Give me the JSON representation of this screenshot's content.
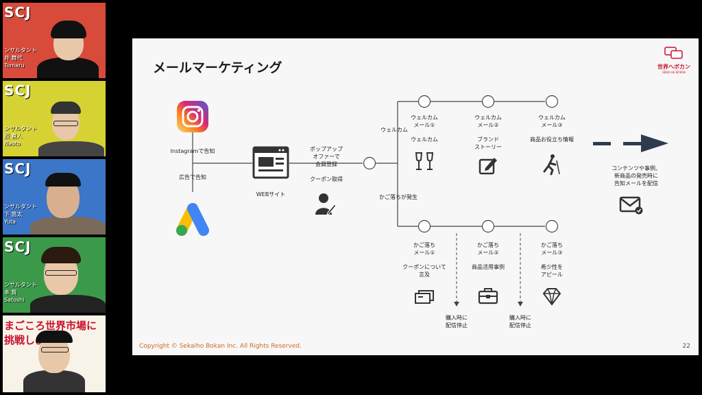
{
  "participants": [
    {
      "logo": "SCJ",
      "caption_line1": "ンサルタント",
      "caption_line2": "井 舞代",
      "caption_line3": "Tomaru",
      "bg": "#d84a3a"
    },
    {
      "logo": "SCJ",
      "caption_line1": "ンサルタント",
      "caption_line2": "辰 直人",
      "caption_line3": "Naoto",
      "bg": "#d6d234"
    },
    {
      "logo": "SCJ",
      "caption_line1": "ンサルタント",
      "caption_line2": "下 悠太",
      "caption_line3": "Yuta",
      "bg": "#3c76c8"
    },
    {
      "logo": "SCJ",
      "caption_line1": "ンサルタント",
      "caption_line2": "本 賢",
      "caption_line3": "Satoshi",
      "bg": "#3b9a4a"
    },
    {
      "logo": "まごころ世界市場に",
      "caption_line1": "挑戦しよう!",
      "caption_line2": "",
      "caption_line3": "",
      "bg": "#f7f3e8"
    }
  ],
  "slide": {
    "title": "メールマーケティング",
    "brand": "世界へボカン",
    "brand_sub": "SEKAI HE BOKAN",
    "footer": "Copyright © Sekaiho Bokan Inc. All Rights Reserved.",
    "page_number": "22",
    "instagram_label": "Instagramで告知",
    "ads_label": "広告で告知",
    "website_label": "WEBサイト",
    "popup_label_1": "ポップアップ",
    "popup_label_2": "オファーで",
    "popup_label_3": "会員登録",
    "coupon_label": "クーポン取得",
    "welcome_branch": "ウェルカム",
    "cart_branch": "かご落ちが発生",
    "welcome_mails": [
      {
        "title1": "ウェルカム",
        "title2": "メール①",
        "desc1": "ウェルカム",
        "desc2": "",
        "icon": "champagne-icon"
      },
      {
        "title1": "ウェルカム",
        "title2": "メール②",
        "desc1": "ブランド",
        "desc2": "ストーリー",
        "icon": "pen-icon"
      },
      {
        "title1": "ウェルカム",
        "title2": "メール③",
        "desc1": "商品お役立ち情報",
        "desc2": "",
        "icon": "hiking-icon"
      }
    ],
    "cart_mails": [
      {
        "title1": "かご落ち",
        "title2": "メール①",
        "desc1": "クーポンについて",
        "desc2": "言及",
        "icon": "coupon-icon"
      },
      {
        "title1": "かご落ち",
        "title2": "メール②",
        "desc1": "商品活用事例",
        "desc2": "",
        "icon": "toolbox-icon"
      },
      {
        "title1": "かご落ち",
        "title2": "メール③",
        "desc1": "希少性を",
        "desc2": "アピール",
        "icon": "diamond-icon"
      }
    ],
    "stop1_line1": "購入時に",
    "stop1_line2": "配信停止",
    "stop2_line1": "購入時に",
    "stop2_line2": "配信停止",
    "result_line1": "コンテンツや事例、",
    "result_line2": "新商品の発売時に",
    "result_line3": "告知メールを配信"
  }
}
